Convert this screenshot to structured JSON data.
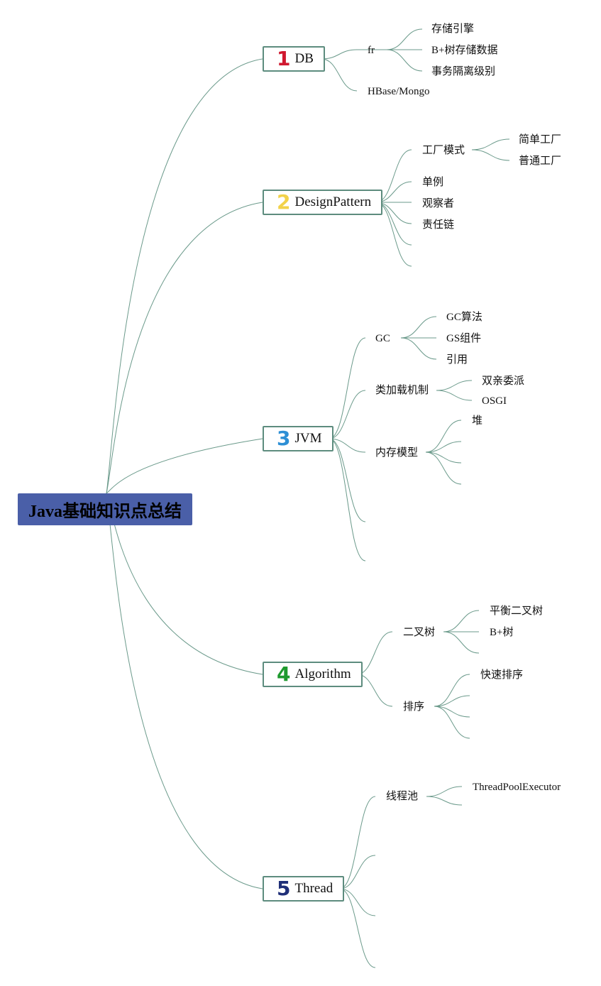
{
  "title": "Java基础知识点总结",
  "colors": {
    "line": "#6b9a8b",
    "root_bg": "#4a5fa8",
    "branch_border": "#5d8c7e",
    "num_db": "#d0182f",
    "num_design": "#f2d24a",
    "num_jvm": "#2d8fd5",
    "num_algo": "#1e9a2e",
    "num_thread": "#1f2f78"
  },
  "branches": {
    "db": {
      "num": "1",
      "label": "DB",
      "fr": {
        "label": "fr",
        "children": [
          "存储引擎",
          "B+树存储数据",
          "事务隔离级别"
        ]
      },
      "hbase": "HBase/Mongo"
    },
    "design": {
      "num": "2",
      "label": "DesignPattern",
      "factory": {
        "label": "工厂模式",
        "children": [
          "简单工厂",
          "普通工厂"
        ]
      },
      "items": [
        "单例",
        "观察者",
        "责任链"
      ]
    },
    "jvm": {
      "num": "3",
      "label": "JVM",
      "gc": {
        "label": "GC",
        "children": [
          "GC算法",
          "GS组件",
          "引用"
        ]
      },
      "classload": {
        "label": "类加载机制",
        "children": [
          "双亲委派",
          "OSGI"
        ]
      },
      "memory": {
        "label": "内存模型",
        "children": [
          "堆"
        ]
      }
    },
    "algo": {
      "num": "4",
      "label": "Algorithm",
      "tree": {
        "label": "二叉树",
        "children": [
          "平衡二叉树",
          "B+树"
        ]
      },
      "sort": {
        "label": "排序",
        "children": [
          "快速排序"
        ]
      }
    },
    "thread": {
      "num": "5",
      "label": "Thread",
      "pool": {
        "label": "线程池",
        "children": [
          "ThreadPoolExecutor"
        ]
      }
    }
  }
}
